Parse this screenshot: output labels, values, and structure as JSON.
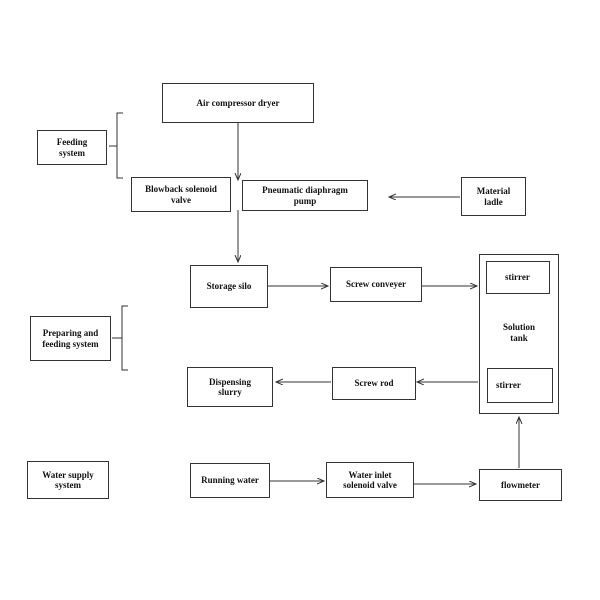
{
  "diagram": {
    "air_compressor": "Air compressor dryer",
    "feeding_system": "Feeding system",
    "blowback_valve": "Blowback solenoid valve",
    "diaphragm_pump": "Pneumatic diaphragm pump",
    "material_ladle": "Material ladle",
    "storage_silo": "Storage silo",
    "screw_conveyer": "Screw conveyer",
    "solution_tank": "Solution tank",
    "stirrer_top": "stirrer",
    "stirrer_bottom": "stirrer",
    "preparing_feeding": "Preparing and feeding system",
    "dispensing_slurry": "Dispensing slurry",
    "screw_rod": "Screw rod",
    "water_supply": "Water supply system",
    "running_water": "Running water",
    "water_inlet_valve": "Water inlet solenoid valve",
    "flowmeter": "flowmeter"
  },
  "colors": {
    "line": "#333333",
    "text": "#111111"
  }
}
